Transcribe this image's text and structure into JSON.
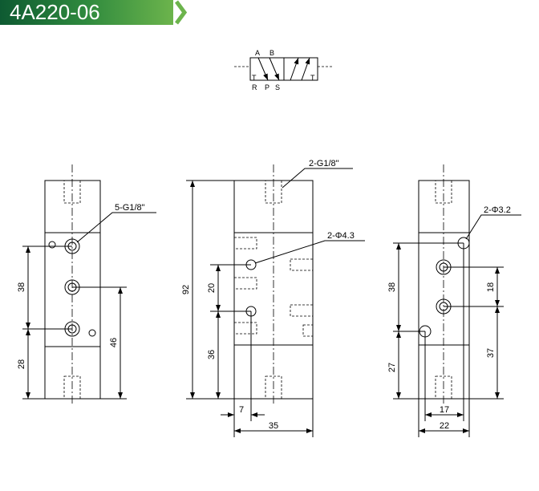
{
  "header": {
    "title": "4A220-06",
    "accent": "#2f8a3e"
  },
  "symbol": {
    "ports_top": [
      "A",
      "B"
    ],
    "ports_bottom": [
      "R",
      "P",
      "S"
    ],
    "exhaust_mark": "T"
  },
  "left_view": {
    "port_label": "5-G1/8\"",
    "dims": [
      "38",
      "28",
      "46"
    ]
  },
  "front_view": {
    "port_label": "2-G1/8\"",
    "hole_label": "2-Φ4.3",
    "dims": [
      "92",
      "20",
      "36",
      "7",
      "35"
    ]
  },
  "right_view": {
    "hole_label": "2-Φ3.2",
    "dims": [
      "38",
      "27",
      "18",
      "37",
      "17",
      "22"
    ]
  }
}
